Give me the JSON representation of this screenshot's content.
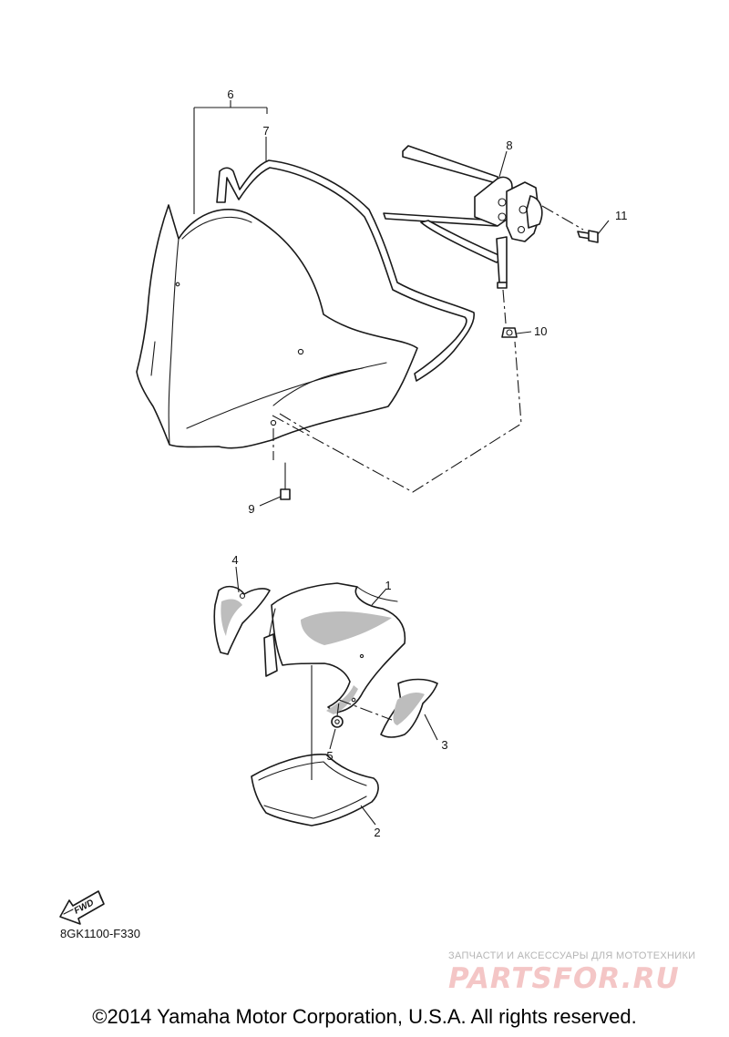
{
  "callouts": {
    "c1": "1",
    "c2": "2",
    "c3": "3",
    "c4": "4",
    "c5": "5",
    "c6": "6",
    "c7": "7",
    "c8": "8",
    "c9": "9",
    "c10": "10",
    "c11": "11"
  },
  "fwd_label": "FWD",
  "diagram_code": "8GK1100-F330",
  "watermark": {
    "tagline": "ЗАПЧАСТИ И АКСЕССУАРЫ ДЛЯ МОТОТЕХНИКИ",
    "logo": "PARTSFOR.RU"
  },
  "copyright": "©2014 Yamaha Motor Corporation, U.S.A. All rights reserved."
}
